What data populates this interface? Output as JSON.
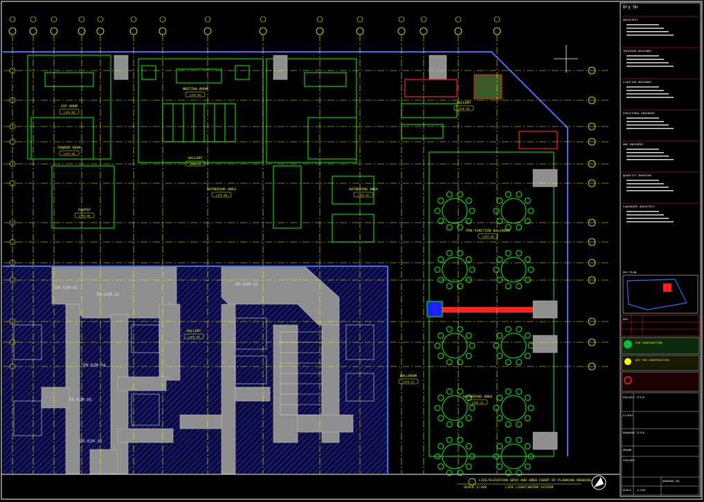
{
  "drawing": {
    "title_main": "LIFE/ELEVATION GRID AND AREA CHART OF PLANNING DRAWING",
    "title_scale": "SCALE 1:100",
    "title_sub": "LIFE LIGHT/WATER SYSTEM",
    "project_label": "Dry On",
    "colors": {
      "background": "#000000",
      "grid": "#ffff00",
      "wall": "#00ff00",
      "core": "#8f8f8f",
      "hatch": "#2b2bd6",
      "accent": "#ff0000",
      "tag": "#00ffff"
    }
  },
  "rooms": [
    {
      "name": "MEETING ROOM",
      "tag": "LIFE-01"
    },
    {
      "name": "VIP ROOM",
      "tag": "LIFE-02"
    },
    {
      "name": "POWDER ROOM",
      "tag": "LIFE-03"
    },
    {
      "name": "GALLERY",
      "tag": "LIFE-04"
    },
    {
      "name": "PANTRY",
      "tag": "LIFE-05"
    },
    {
      "name": "GATHERING AREA",
      "tag": "LIFE-06"
    },
    {
      "name": "GATHERING AREA",
      "tag": "LIFE-07"
    },
    {
      "name": "PRE-FUNCTION BALLROOM",
      "tag": "LIFE-08"
    },
    {
      "name": "GALLERY",
      "tag": "LIFE-09"
    },
    {
      "name": "GALLERY",
      "tag": "LIFE-10"
    },
    {
      "name": "BALLROOM",
      "tag": "LIFE-11"
    },
    {
      "name": "GATHERING AREA",
      "tag": "LIFE-12"
    }
  ],
  "door_tags": [
    "DR-02M-01",
    "DR-02M-02",
    "DR-02M-04",
    "DR-02M-05",
    "DR-02M-30",
    "DR-02M-32"
  ],
  "title_block": {
    "header": "Dry On",
    "sections": [
      "ARCHITECT",
      "INTERIOR DESIGNER",
      "LIGHTING DESIGNER",
      "STRUCTURAL ENGINEER",
      "M&E ENGINEER",
      "QUANTITY SURVEYOR",
      "LANDSCAPE ARCHITECT",
      "KEY PLAN"
    ],
    "revision_header": "REV",
    "stamp_lines": [
      "FOR CONSTRUCTION",
      "NOT FOR CONSTRUCTION"
    ],
    "project_lines": [
      "PROJECT TITLE",
      "CLIENT",
      "DRAWING TITLE",
      "DRAWN",
      "CHECKED"
    ],
    "drawing_no_label": "DRAWING NO.",
    "scale_label": "SCALE",
    "scale_value": "1:100"
  }
}
